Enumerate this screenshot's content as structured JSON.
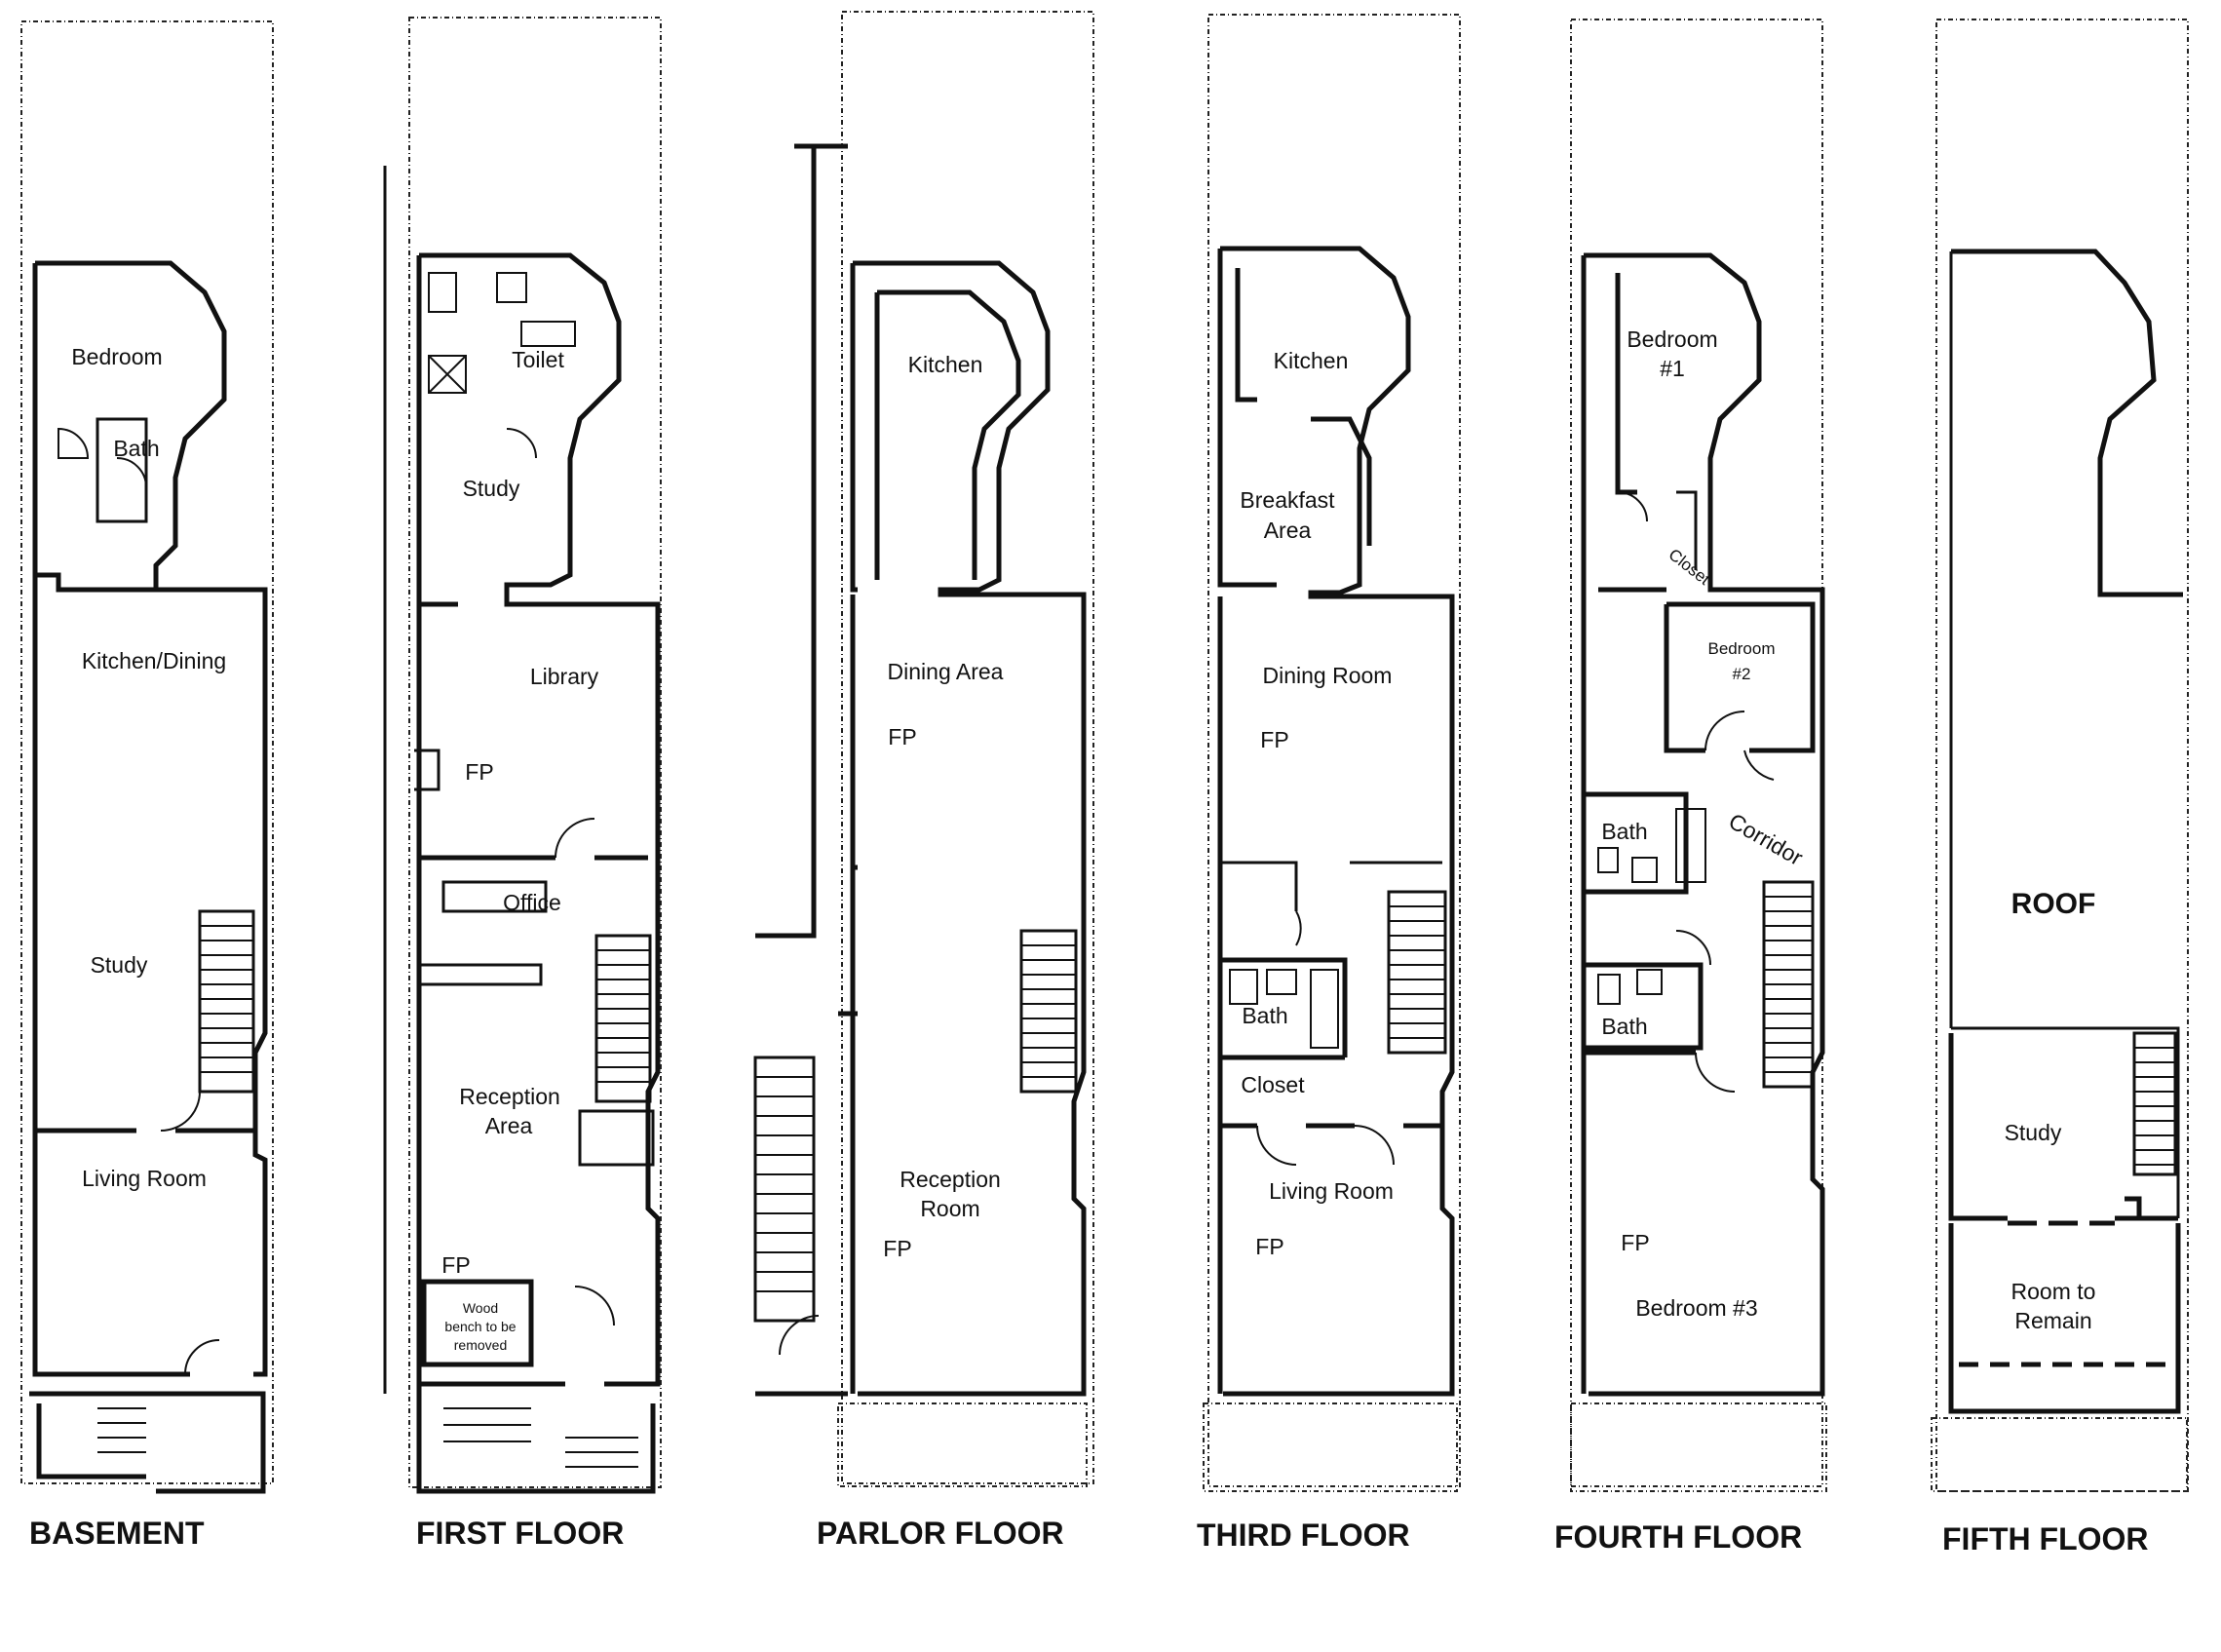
{
  "floors": [
    {
      "title": "BASEMENT",
      "rooms": [
        "Bedroom",
        "Bath",
        "Kitchen/Dining",
        "Study",
        "Living Room"
      ]
    },
    {
      "title": "FIRST FLOOR",
      "rooms": [
        "Toilet",
        "Study",
        "Library",
        "FP",
        "Office",
        "Reception",
        "Area",
        "FP",
        "Wood",
        "bench to be",
        "removed"
      ]
    },
    {
      "title": "PARLOR FLOOR",
      "rooms": [
        "Kitchen",
        "Dining Area",
        "FP",
        "Reception",
        "Room",
        "FP"
      ]
    },
    {
      "title": "THIRD FLOOR",
      "rooms": [
        "Kitchen",
        "Breakfast",
        "Area",
        "Dining Room",
        "FP",
        "Bath",
        "Closet",
        "Living Room",
        "FP"
      ]
    },
    {
      "title": "FOURTH FLOOR",
      "rooms": [
        "Bedroom",
        "#1",
        "Closet",
        "Bedroom",
        "#2",
        "Bath",
        "Corridor",
        "Bath",
        "FP",
        "Bedroom #3"
      ]
    },
    {
      "title": "FIFTH FLOOR",
      "rooms": [
        "ROOF",
        "Study",
        "Room to",
        "Remain"
      ]
    }
  ]
}
